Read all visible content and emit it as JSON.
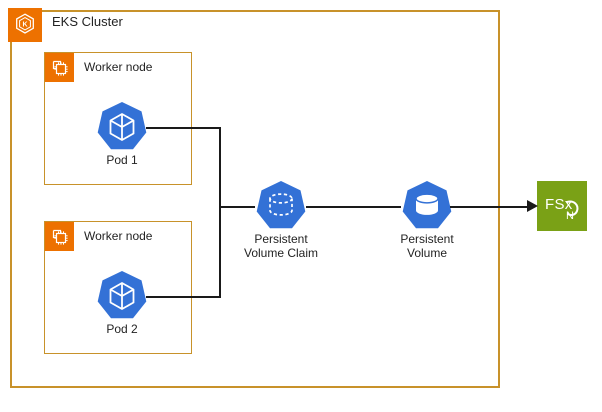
{
  "diagram": {
    "cluster": {
      "title": "EKS Cluster",
      "icon": "eks-cluster-icon",
      "border_color": "#C8922A",
      "icon_color": "#ED7100"
    },
    "worker_nodes": [
      {
        "title": "Worker node",
        "icon": "worker-node-icon"
      },
      {
        "title": "Worker node",
        "icon": "worker-node-icon"
      }
    ],
    "pods": [
      {
        "label": "Pod 1",
        "icon": "kubernetes-pod-icon"
      },
      {
        "label": "Pod 2",
        "icon": "kubernetes-pod-icon"
      }
    ],
    "storage": {
      "pvc": {
        "label_line1": "Persistent",
        "label_line2": "Volume Claim",
        "icon": "kubernetes-pvc-icon"
      },
      "pv": {
        "label_line1": "Persistent",
        "label_line2": "Volume",
        "icon": "kubernetes-pv-icon"
      }
    },
    "external_storage": {
      "icon": "aws-fsx-netapp-ontap-icon",
      "label_primary": "FSx",
      "label_secondary": "N",
      "color": "#7AA116"
    },
    "colors": {
      "kubernetes_blue": "#3371D6",
      "aws_orange": "#ED7100",
      "container_border": "#C8922A",
      "fsx_green": "#7AA116",
      "connector": "#1a1a1a"
    }
  }
}
